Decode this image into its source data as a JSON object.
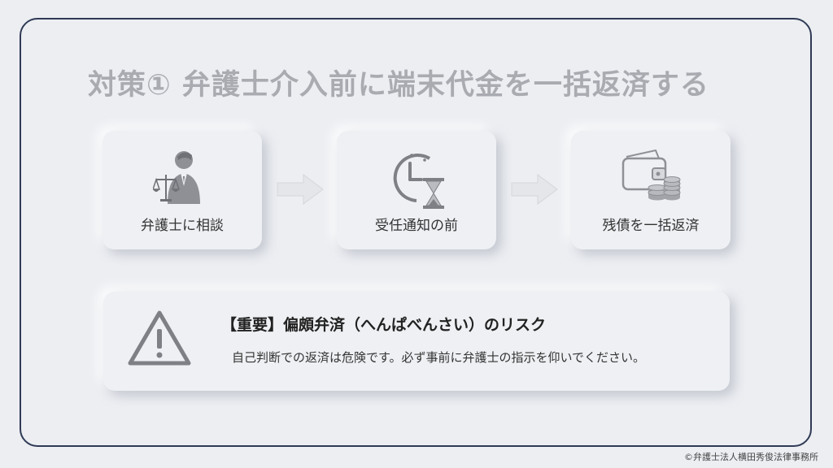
{
  "title": "対策① 弁護士介入前に端末代金を一括返済する",
  "steps": [
    {
      "label": "弁護士に相談",
      "icon": "lawyer-icon"
    },
    {
      "label": "受任通知の前",
      "icon": "clock-hourglass-icon"
    },
    {
      "label": "残債を一括返済",
      "icon": "wallet-coins-icon"
    }
  ],
  "alert": {
    "heading": "【重要】偏頗弁済（へんぱべんさい）のリスク",
    "body": "自己判断での返済は危険です。必ず事前に弁護士の指示を仰いでください。",
    "icon": "warning-icon"
  },
  "copyright": "©弁護士法人横田秀俊法律事務所"
}
